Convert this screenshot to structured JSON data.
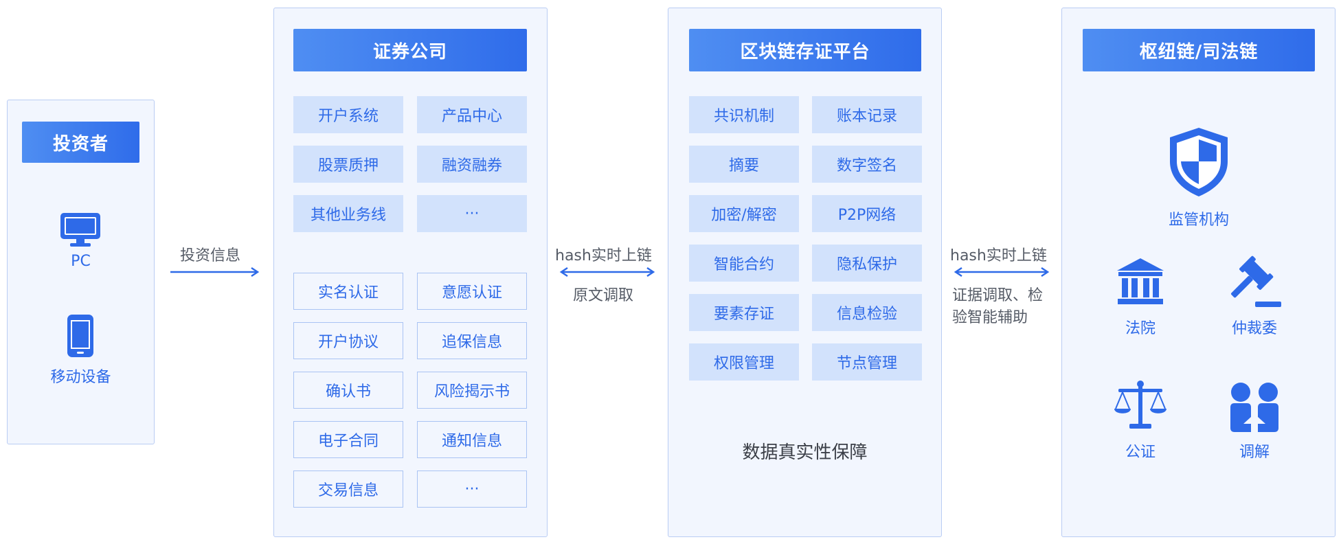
{
  "colors": {
    "accent": "#2e6ae8",
    "header_gradient_start": "#4f8ef2",
    "header_gradient_end": "#2f6cea",
    "panel_bg": "#f2f6fe",
    "panel_border": "#b9ccf3",
    "cell_fill": "#d2e2fc",
    "text_gray": "#555b66"
  },
  "investor": {
    "title": "投资者",
    "devices": [
      {
        "icon": "monitor-icon",
        "label": "PC"
      },
      {
        "icon": "smartphone-icon",
        "label": "移动设备"
      }
    ]
  },
  "flow1": {
    "label": "投资信息"
  },
  "securities": {
    "title": "证券公司",
    "business_systems": [
      "开户系统",
      "产品中心",
      "股票质押",
      "融资融券",
      "其他业务线",
      "···"
    ],
    "documents": [
      "实名认证",
      "意愿认证",
      "开户协议",
      "追保信息",
      "确认书",
      "风险揭示书",
      "电子合同",
      "通知信息",
      "交易信息",
      "···"
    ]
  },
  "flow2": {
    "top": "hash实时上链",
    "bottom": "原文调取"
  },
  "blockchain": {
    "title": "区块链存证平台",
    "features": [
      "共识机制",
      "账本记录",
      "摘要",
      "数字签名",
      "加密/解密",
      "P2P网络",
      "智能合约",
      "隐私保护",
      "要素存证",
      "信息检验",
      "权限管理",
      "节点管理"
    ],
    "footnote": "数据真实性保障"
  },
  "flow3": {
    "top": "hash实时上链",
    "bottom_line1": "证据调取、检",
    "bottom_line2": "验智能辅助"
  },
  "judicial": {
    "title": "枢纽链/司法链",
    "supervisor": {
      "icon": "shield-icon",
      "label": "监管机构"
    },
    "institutions": [
      {
        "icon": "courthouse-icon",
        "label": "法院"
      },
      {
        "icon": "gavel-icon",
        "label": "仲裁委"
      },
      {
        "icon": "scales-icon",
        "label": "公证"
      },
      {
        "icon": "mediation-people-icon",
        "label": "调解"
      }
    ]
  }
}
